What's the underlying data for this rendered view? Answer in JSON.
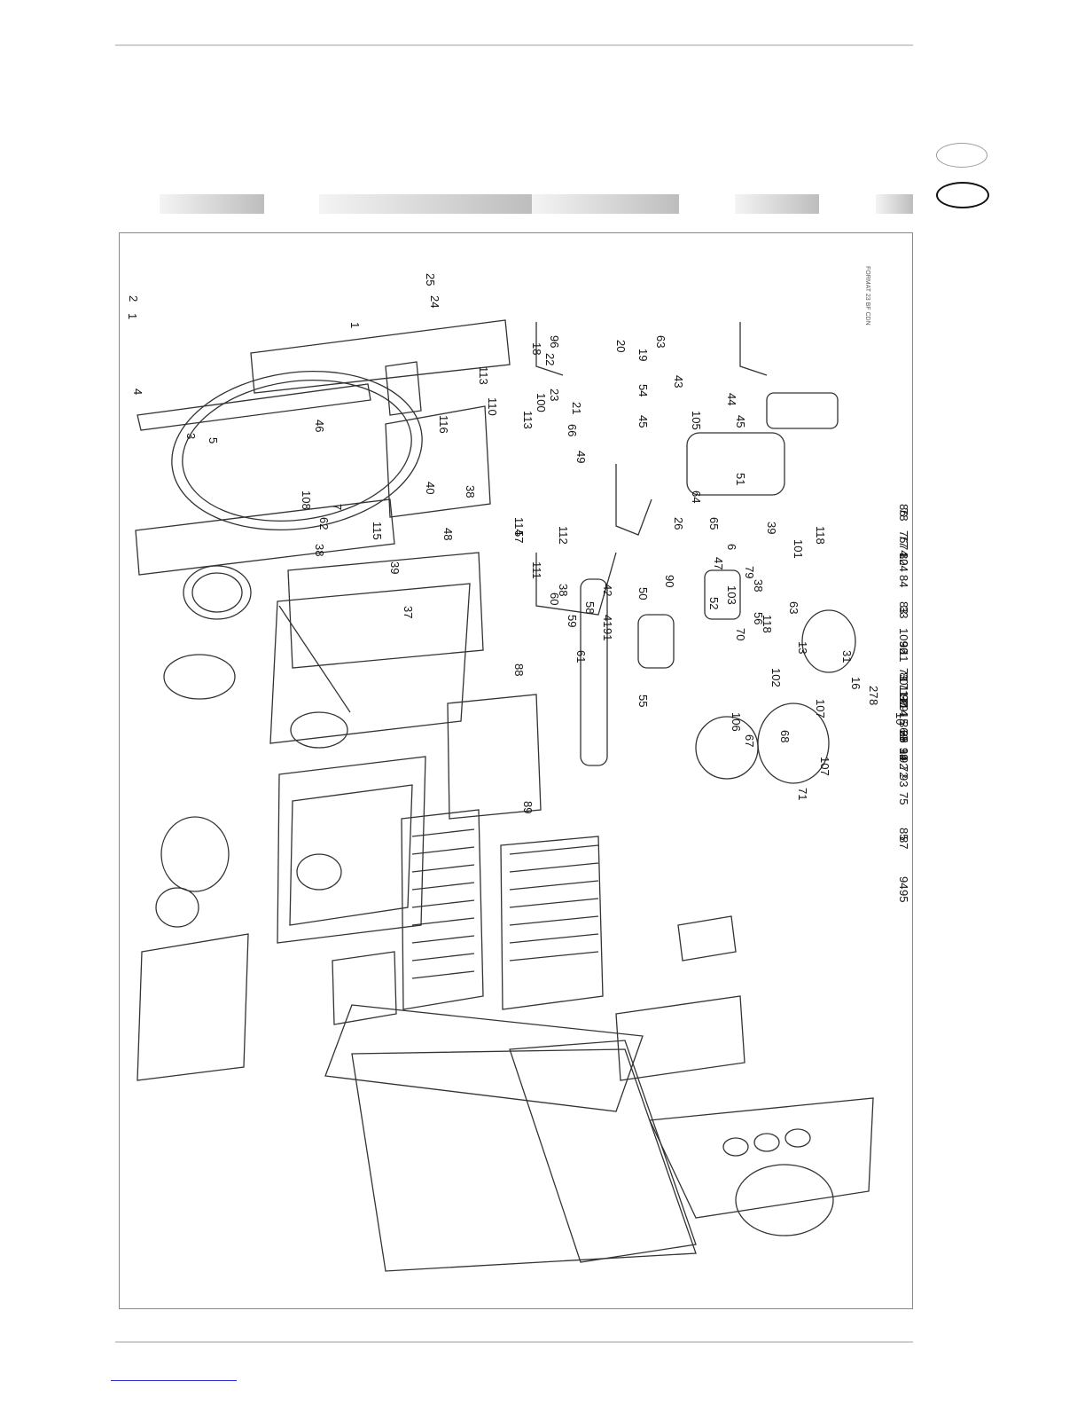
{
  "header": {
    "lang_options": [
      "",
      ""
    ]
  },
  "figure": {
    "code": "FORMAT 23 BF CDN",
    "part_numbers": [
      "1",
      "2",
      "4",
      "3",
      "1",
      "5",
      "46",
      "7",
      "108",
      "62",
      "115",
      "116",
      "110",
      "113",
      "113",
      "100",
      "114",
      "111",
      "112",
      "38",
      "39",
      "37",
      "40",
      "48",
      "38",
      "57",
      "66",
      "49",
      "54",
      "45",
      "43",
      "44",
      "45",
      "51",
      "79",
      "56",
      "52",
      "103",
      "90",
      "50",
      "60",
      "59",
      "58",
      "61",
      "89",
      "55",
      "88",
      "38",
      "42",
      "41",
      "91",
      "70",
      "38",
      "118",
      "102",
      "39",
      "118",
      "101",
      "107",
      "67",
      "68",
      "71",
      "107",
      "106",
      "25",
      "24",
      "96",
      "18",
      "22",
      "23",
      "21",
      "20",
      "19",
      "63",
      "105",
      "26",
      "64",
      "65",
      "47",
      "6",
      "63",
      "13",
      "31",
      "16",
      "27",
      "8",
      "10",
      "9",
      "12",
      "72",
      "69",
      "14",
      "17",
      "11",
      "109",
      "83",
      "84",
      "82",
      "76",
      "78",
      "86",
      "74",
      "77",
      "104",
      "33",
      "32",
      "117",
      "30",
      "28",
      "29",
      "35",
      "34",
      "36",
      "99",
      "92",
      "93",
      "15",
      "17",
      "97",
      "80",
      "73",
      "96",
      "75",
      "85",
      "87",
      "94",
      "95"
    ]
  }
}
